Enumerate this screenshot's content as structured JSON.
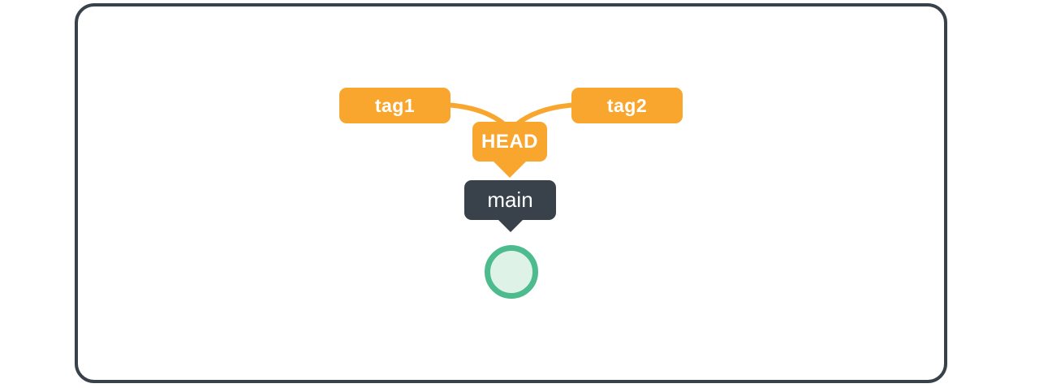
{
  "diagram": {
    "tags": [
      {
        "label": "tag1"
      },
      {
        "label": "tag2"
      }
    ],
    "head_label": "HEAD",
    "branch_label": "main",
    "commit_node": "commit-circle"
  },
  "colors": {
    "tag_fill": "#F9A62E",
    "head_fill": "#F9A62E",
    "connector": "#F9A62E",
    "branch_fill": "#39424A",
    "frame_border": "#39424A",
    "commit_border": "#4CBB8E",
    "commit_fill": "#DEF2E8",
    "label_text": "#FFFFFF",
    "background": "#FFFFFF"
  }
}
